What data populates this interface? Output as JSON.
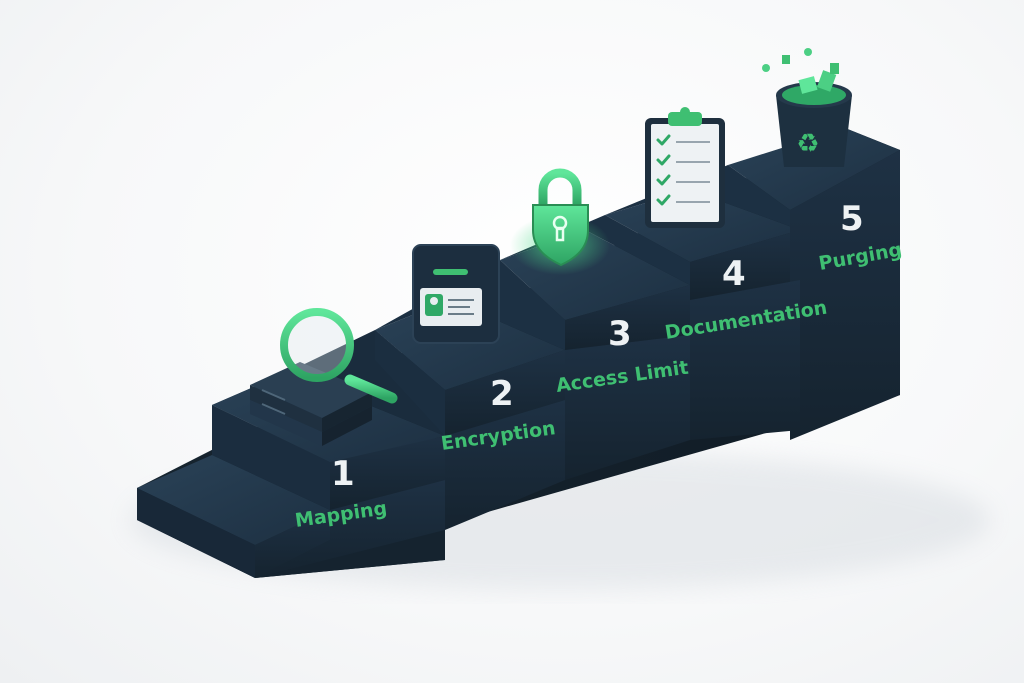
{
  "diagram": {
    "type": "isometric-staircase",
    "colors": {
      "step_top": "#1f3447",
      "step_front": "#1a2b3c",
      "step_side": "#14222f",
      "accent_green": "#3fbf72",
      "number_white": "#eef2f4"
    },
    "steps": [
      {
        "number": "1",
        "label": "Mapping",
        "icon": "magnifier-server-icon"
      },
      {
        "number": "2",
        "label": "Encryption",
        "icon": "id-card-icon"
      },
      {
        "number": "3",
        "label": "Access Limit",
        "icon": "padlock-shield-icon"
      },
      {
        "number": "4",
        "label": "Documentation",
        "icon": "clipboard-checklist-icon"
      },
      {
        "number": "5",
        "label": "Purging",
        "icon": "recycle-bin-icon"
      }
    ]
  }
}
